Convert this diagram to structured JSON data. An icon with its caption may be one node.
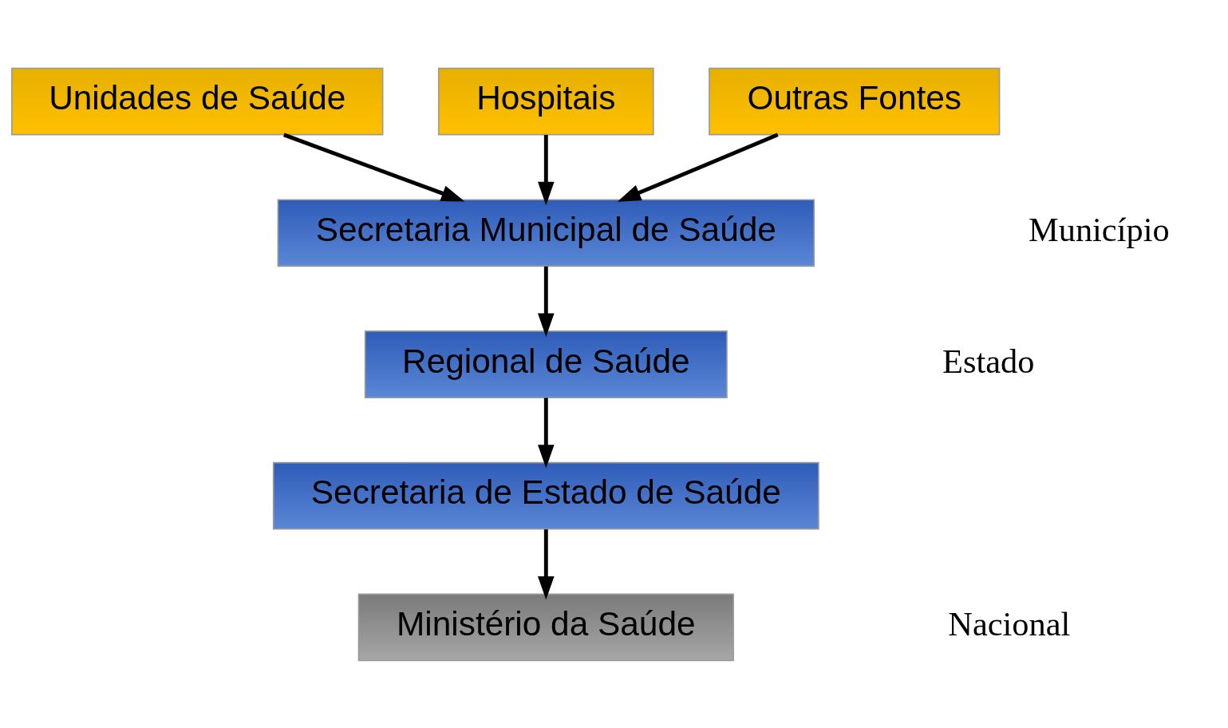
{
  "diagram": {
    "nodes": [
      {
        "text": [
          "Unidades de Saúde"
        ]
      },
      {
        "text": [
          "Hospitais"
        ]
      },
      {
        "text": [
          "Outras Fontes"
        ]
      },
      {
        "text": [
          "Secretaria Municipal de Saúde"
        ]
      },
      {
        "text": [
          "Regional de Saúde"
        ]
      },
      {
        "text": [
          "Secretaria de Estado de Saúde"
        ]
      },
      {
        "text": [
          "Ministério da Saúde"
        ]
      }
    ],
    "edges": [
      {
        "from": 0,
        "to": 3,
        "arrow": "to"
      },
      {
        "from": 1,
        "to": 3,
        "arrow": "to"
      },
      {
        "from": 2,
        "to": 3,
        "arrow": "to"
      },
      {
        "from": 3,
        "to": 4,
        "arrow": "to"
      },
      {
        "from": 4,
        "to": 5,
        "arrow": "to"
      },
      {
        "from": 5,
        "to": 6,
        "arrow": "to"
      }
    ],
    "labels": [
      "Município",
      "Estado",
      "Nacional"
    ]
  }
}
